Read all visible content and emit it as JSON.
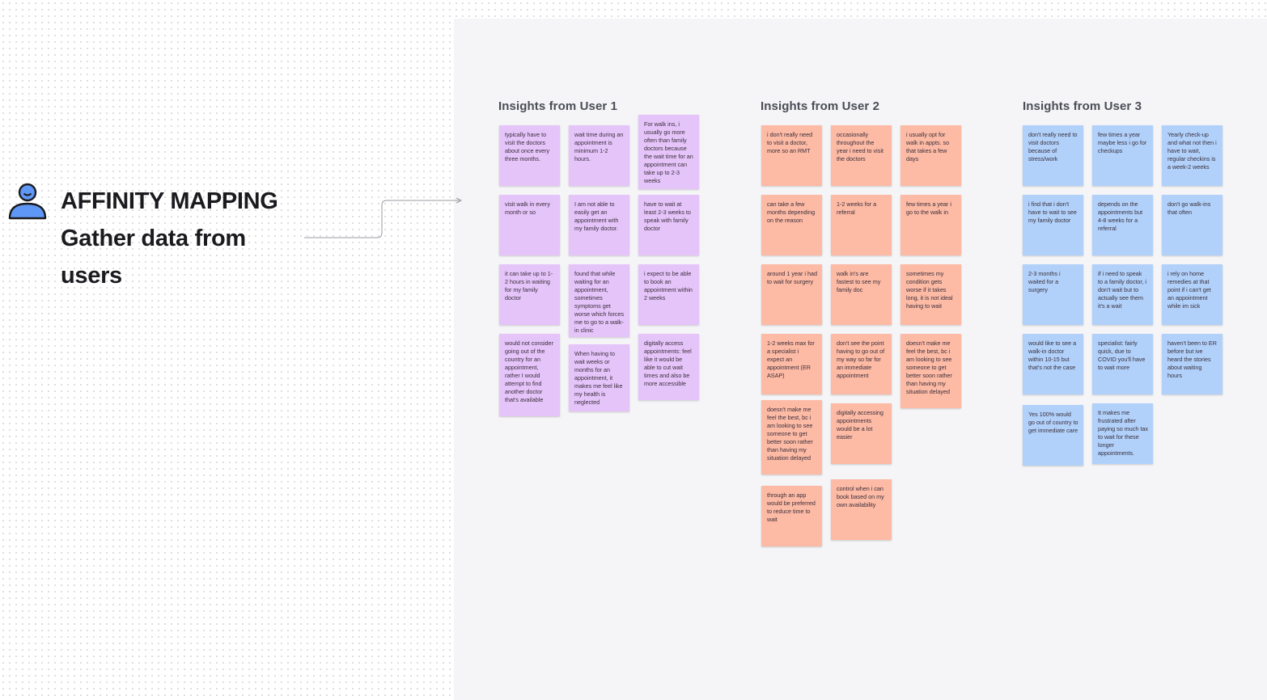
{
  "header": {
    "title": "AFFINITY MAPPING",
    "subtitle": "Gather data from users",
    "icon": "user-icon"
  },
  "colors": {
    "purple_note": "#e5c4fa",
    "salmon_note": "#fdbaa5",
    "blue_note": "#b1d1fb",
    "icon_blue": "#5f97f6"
  },
  "groups": [
    {
      "title": "Insights from User 1",
      "color": "purple",
      "notes": [
        "typically have to visit the doctors about once every three months.",
        "wait time during an appointment is minimum 1-2 hours.",
        "For walk ins, i usually go more often than family doctors because the wait time for an appointment can take up to 2-3 weeks",
        "visit walk in every month or so",
        "I am not able to easily get an appointment with my family doctor.",
        "have to wait at least 2-3 weeks to speak with family doctor",
        "it can take up to 1-2 hours in waiting for my family doctor",
        "found that while waiting for an appointment, sometimes symptoms get worse which forces me to go to a walk-in clinic",
        "i expect to be able to book an appointment within 2 weeks",
        "would not consider going out of the country for an appointment, rather I would attempt to find another doctor that's available",
        "When having to wait weeks or months for an appointment, it makes me feel like my health is neglected",
        "digitally access appointments: feel like it would be able to cut wait times and also be more accessible"
      ]
    },
    {
      "title": "Insights from User 2",
      "color": "salmon",
      "notes": [
        "i don't really need to visit a doctor, more so an RMT",
        "occasionally throughout the year i need to visit the doctors",
        "i usually opt for walk in appts. so that takes a few days",
        "can take a few months depending on the reason",
        "1-2 weeks for a referral",
        "few times a year i go to the walk in",
        "around 1 year i had to wait for surgery",
        "walk in's are fastest to see my family doc",
        "sometimes my condition gets worse if it takes long, it is not ideal having to wait",
        "1-2 weeks max for a specialist i expect an appointment (ER ASAP)",
        "don't see the point having to go out of my way so far for an immediate appointment",
        "doesn't make me feel the best, bc i am looking to see someone to get better soon rather than having my situation delayed",
        "doesn't make me feel the best, bc i am looking to see someone to get better soon rather than having my situation delayed",
        "digitally accessing appointments would be a lot easier",
        "through an app would be preferred to reduce time to wait",
        "control when i can book based on my own availability"
      ]
    },
    {
      "title": "Insights from User 3",
      "color": "blue",
      "notes": [
        "don't really need to visit doctors because of stress/work",
        "few times a year maybe less i go for checkups",
        "Yearly check-up and what not then i have to wait, regular checkins is a week-2 weeks",
        "i find that i don't have to wait to see my family doctor",
        "depends on the appointments but 4-8 weeks for a referral",
        "don't go walk-ins that often",
        "2-3 months i waited for a surgery",
        "if i need to speak to a family doctor, i don't wait but to actually see them it's a wait",
        "i rely on home remedies at that point if i can't get an appointment while im sick",
        "would like to see a walk-in doctor within 10-15 but that's not the case",
        "specialist: fairly quick, due to COVID you'll have to wait more",
        "haven't been to ER before but ive heard the stories about waiting hours",
        "Yes 100% would go out of country to get immediate care",
        "It makes me frustrated after paying so much tax to wait for these longer appointments."
      ]
    }
  ]
}
